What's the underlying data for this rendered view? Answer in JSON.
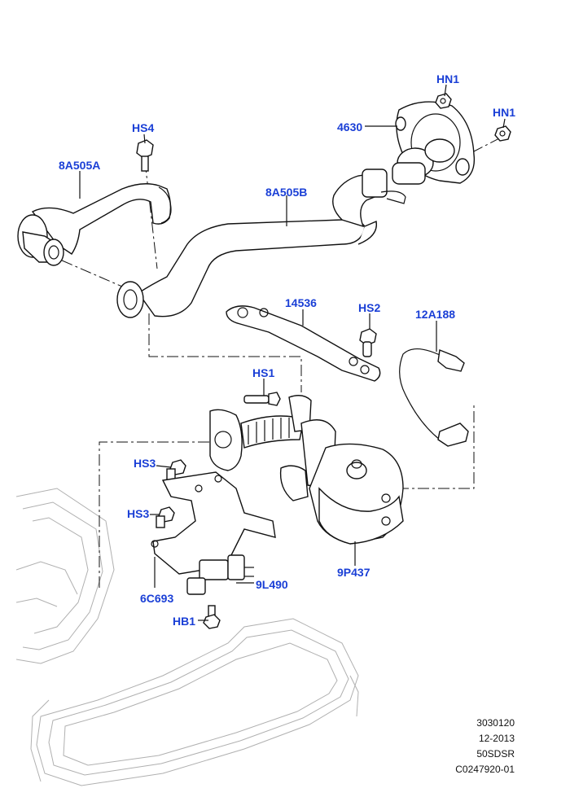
{
  "callouts": {
    "hn1_top": "HN1",
    "hn1_right": "HN1",
    "p4630": "4630",
    "hs4": "HS4",
    "p8a505a": "8A505A",
    "p8a505b": "8A505B",
    "p14536": "14536",
    "hs2": "HS2",
    "p12a188": "12A188",
    "hs1": "HS1",
    "hs3_upper": "HS3",
    "hs3_lower": "HS3",
    "p9l490": "9L490",
    "p9p437": "9P437",
    "p6c693": "6C693",
    "hb1": "HB1"
  },
  "reference": {
    "line1": "3030120",
    "line2": "12-2013",
    "line3": "50SDSR",
    "line4": "C0247920-01"
  },
  "colors": {
    "callout": "#1a3fd6",
    "linework": "#111111",
    "ghost": "#b0b0b0"
  }
}
